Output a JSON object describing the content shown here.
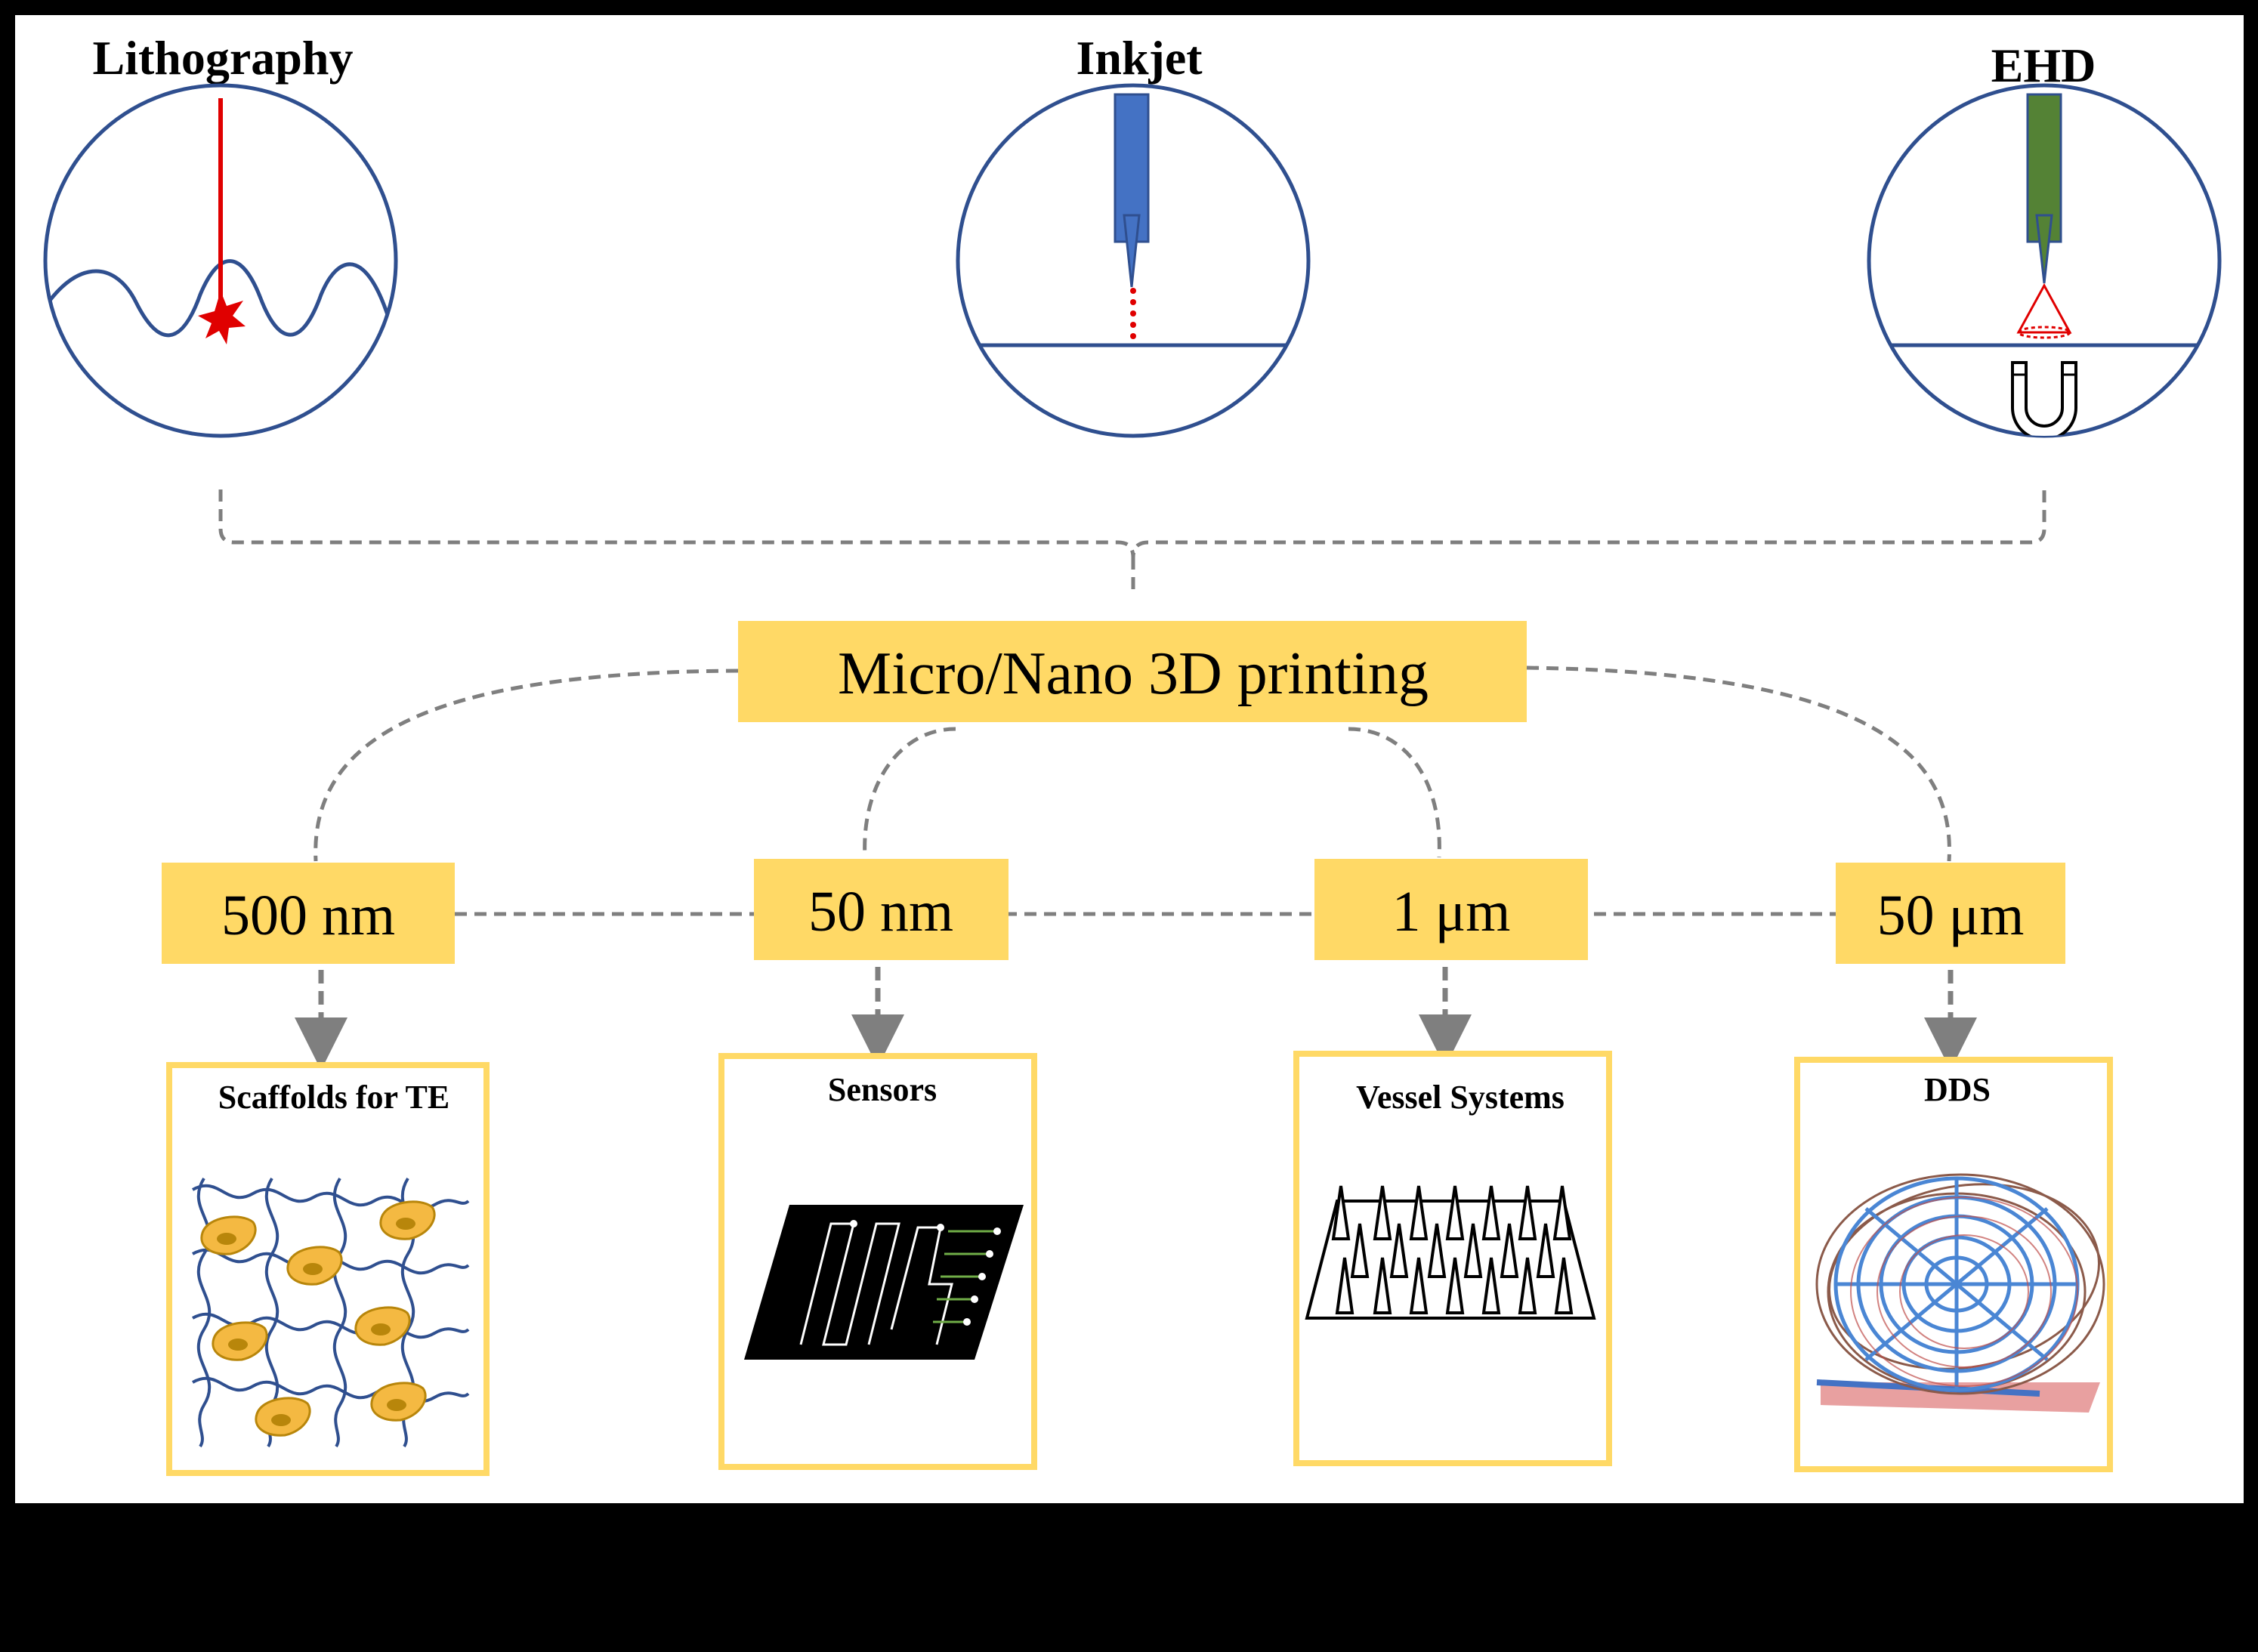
{
  "techniques": [
    {
      "id": "lithography",
      "label": "Lithography",
      "color": "#e00000",
      "icon": "laser-beam-icon"
    },
    {
      "id": "inkjet",
      "label": "Inkjet",
      "color": "#4472c4",
      "icon": "inkjet-nozzle-icon"
    },
    {
      "id": "ehd",
      "label": "EHD",
      "color": "#548235",
      "icon": "ehd-nozzle-icon"
    }
  ],
  "hub": {
    "label": "Micro/Nano 3D printing",
    "color": "#ffd966"
  },
  "resolutions": [
    {
      "label": "500 nm"
    },
    {
      "label": "50 nm"
    },
    {
      "label": "1 μm"
    },
    {
      "label": "50 μm"
    }
  ],
  "applications": [
    {
      "label": "Scaffolds for TE",
      "icon": "scaffold-cells-icon"
    },
    {
      "label": "Sensors",
      "icon": "circuit-sensor-icon"
    },
    {
      "label": "Vessel Systems",
      "icon": "microneedle-array-icon"
    },
    {
      "label": "DDS",
      "icon": "printed-mesh-icon"
    }
  ],
  "colors": {
    "background": "#ffffff",
    "frame": "#000000",
    "circle_stroke": "#2f4f8f",
    "connector": "#7f7f7f",
    "card_border": "#ffd966",
    "cell_fill": "#f4b942"
  }
}
